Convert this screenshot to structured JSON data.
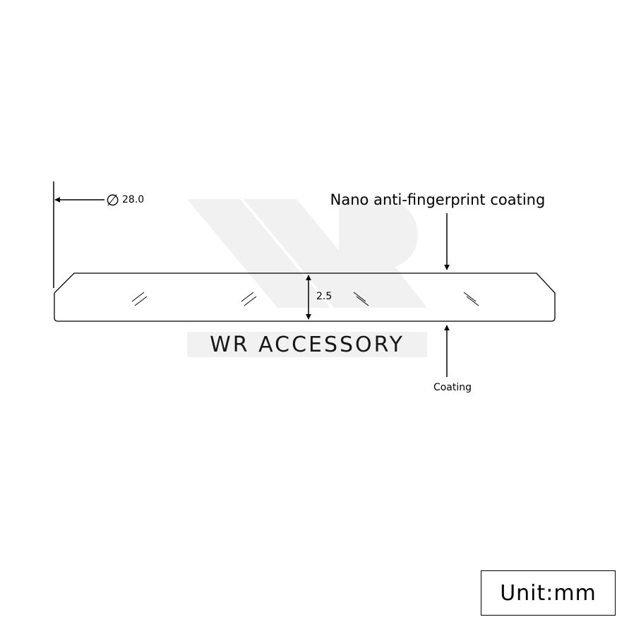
{
  "watermark": {
    "text": "WR ACCESSORY"
  },
  "dimensions": {
    "diameter": {
      "symbol": "∅",
      "value": "28.0"
    },
    "thickness": {
      "value": "2.5"
    }
  },
  "callouts": {
    "top": "Nano anti-fingerprint coating",
    "bottom": "Coating"
  },
  "unit_label": "Unit:mm"
}
